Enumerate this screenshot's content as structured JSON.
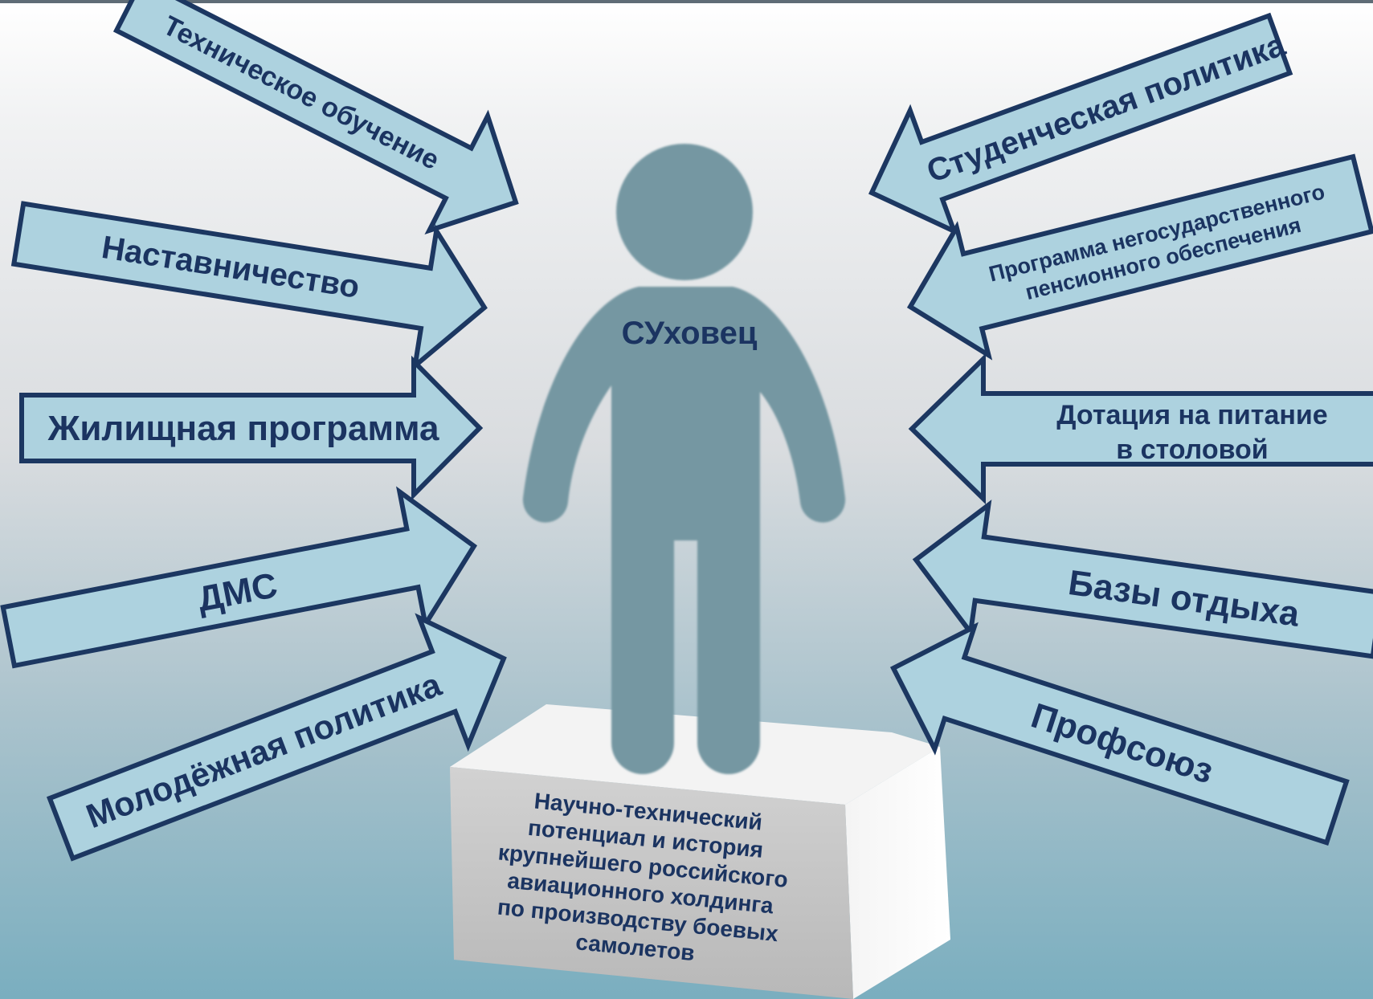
{
  "figure": {
    "label": "СУховец"
  },
  "pedestal": {
    "lines": [
      "Научно-технический",
      "потенциал и история",
      "крупнейшего российского",
      "авиационного холдинга",
      "по производству боевых",
      "самолетов"
    ]
  },
  "left_arrows": [
    {
      "label": "Техническое обучение"
    },
    {
      "label": "Наставничество"
    },
    {
      "label": "Жилищная программа"
    },
    {
      "label": "ДМС"
    },
    {
      "label": "Молодёжная политика"
    }
  ],
  "right_arrows": [
    {
      "label": "Студенческая политика"
    },
    {
      "lines": [
        "Программа негосударственного",
        "пенсионного обеспечения"
      ]
    },
    {
      "lines": [
        "Дотация на питание",
        "в столовой"
      ]
    },
    {
      "label": "Базы отдыха"
    },
    {
      "label": "Профсоюз"
    }
  ],
  "colors": {
    "arrow_fill": "#add2df",
    "arrow_stroke": "#1c3761",
    "text": "#1b3461",
    "figure": "#7597a2",
    "pedestal_front": "#c4c4c4",
    "pedestal_top": "#f2f2f2"
  }
}
